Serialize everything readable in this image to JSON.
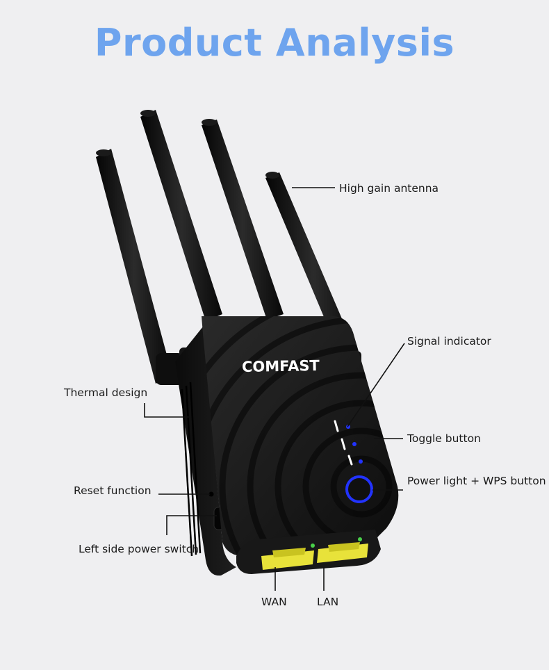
{
  "title": "Product Analysis",
  "brand": "COMFAST",
  "labels": {
    "antenna": "High gain antenna",
    "signal": "Signal indicator",
    "toggle": "Toggle button",
    "power_wps": "Power light + WPS button",
    "thermal": "Thermal design",
    "reset": "Reset function",
    "power_switch": "Left side power switch",
    "wan": "WAN",
    "lan": "LAN"
  },
  "colors": {
    "title": "#6ea4ee",
    "led": "#2233ff",
    "port": "#e8e23a",
    "device": "#161616"
  }
}
